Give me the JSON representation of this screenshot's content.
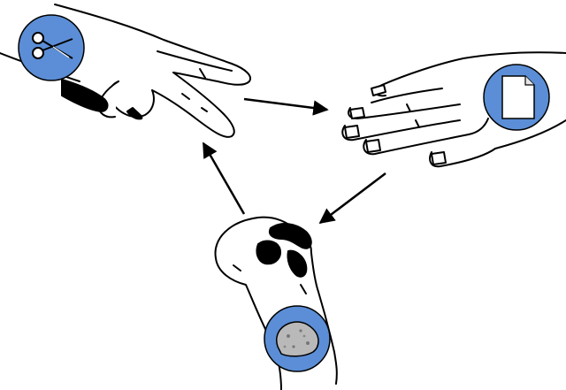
{
  "diagram": {
    "title": "",
    "nodes": [
      {
        "id": "scissors",
        "gesture": "scissors",
        "icon": "scissors-icon"
      },
      {
        "id": "paper",
        "gesture": "paper",
        "icon": "paper-sheet-icon"
      },
      {
        "id": "rock",
        "gesture": "rock",
        "icon": "rock-stone-icon"
      }
    ],
    "edges": [
      {
        "from": "scissors",
        "to": "paper"
      },
      {
        "from": "paper",
        "to": "rock"
      },
      {
        "from": "rock",
        "to": "scissors"
      }
    ]
  },
  "colors": {
    "badge_fill": "#5b8ed6",
    "ink": "#000000",
    "background": "#ffffff",
    "rock_fill": "#b9b9b9",
    "paper_fill": "#ffffff"
  }
}
